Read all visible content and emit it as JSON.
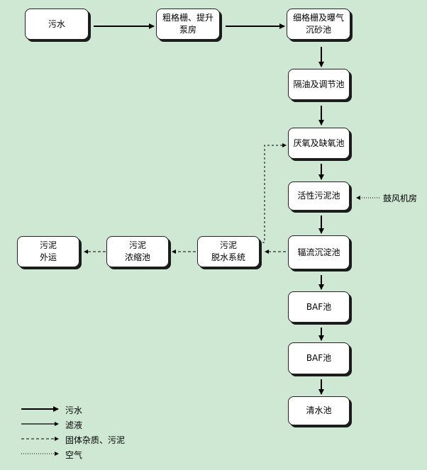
{
  "nodes": {
    "wastewater": "污水",
    "coarse_screen": "粗格栅、提升\n泵房",
    "fine_screen": "细格栅及曝气\n沉砂池",
    "oil_separation": "隔油及调节池",
    "anaerobic_anoxic": "厌氧及缺氧池",
    "activated_sludge": "活性污泥池",
    "radial_clarifier": "辐流沉淀池",
    "baf_1": "BAF池",
    "baf_2": "BAF池",
    "clear_water": "清水池",
    "sludge_dewatering": "污泥\n脱水系统",
    "sludge_thickening": "污泥\n浓缩池",
    "sludge_export": "污泥\n外运"
  },
  "external": {
    "blower_room": "鼓风机房"
  },
  "legend": {
    "wastewater": "污水",
    "filtrate": "滤液",
    "solids_sludge": "固体杂质、污泥",
    "air": "空气"
  },
  "colors": {
    "background": "#cfe8d3",
    "box_fill": "#ffffff",
    "stroke": "#000000"
  }
}
